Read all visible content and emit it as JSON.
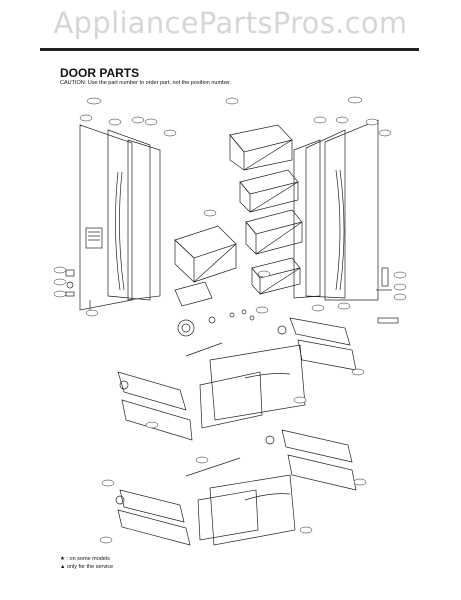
{
  "watermark": "AppliancePartsPros.com",
  "title": "DOOR PARTS",
  "caution": "CAUTION: Use the part number to order part, not the position number.",
  "legend": {
    "line1": "★ : on some models",
    "line2": "▲ only for the service"
  },
  "colors": {
    "ink": "#222222",
    "watermark": "#d6d6d6",
    "rule": "#222222"
  }
}
